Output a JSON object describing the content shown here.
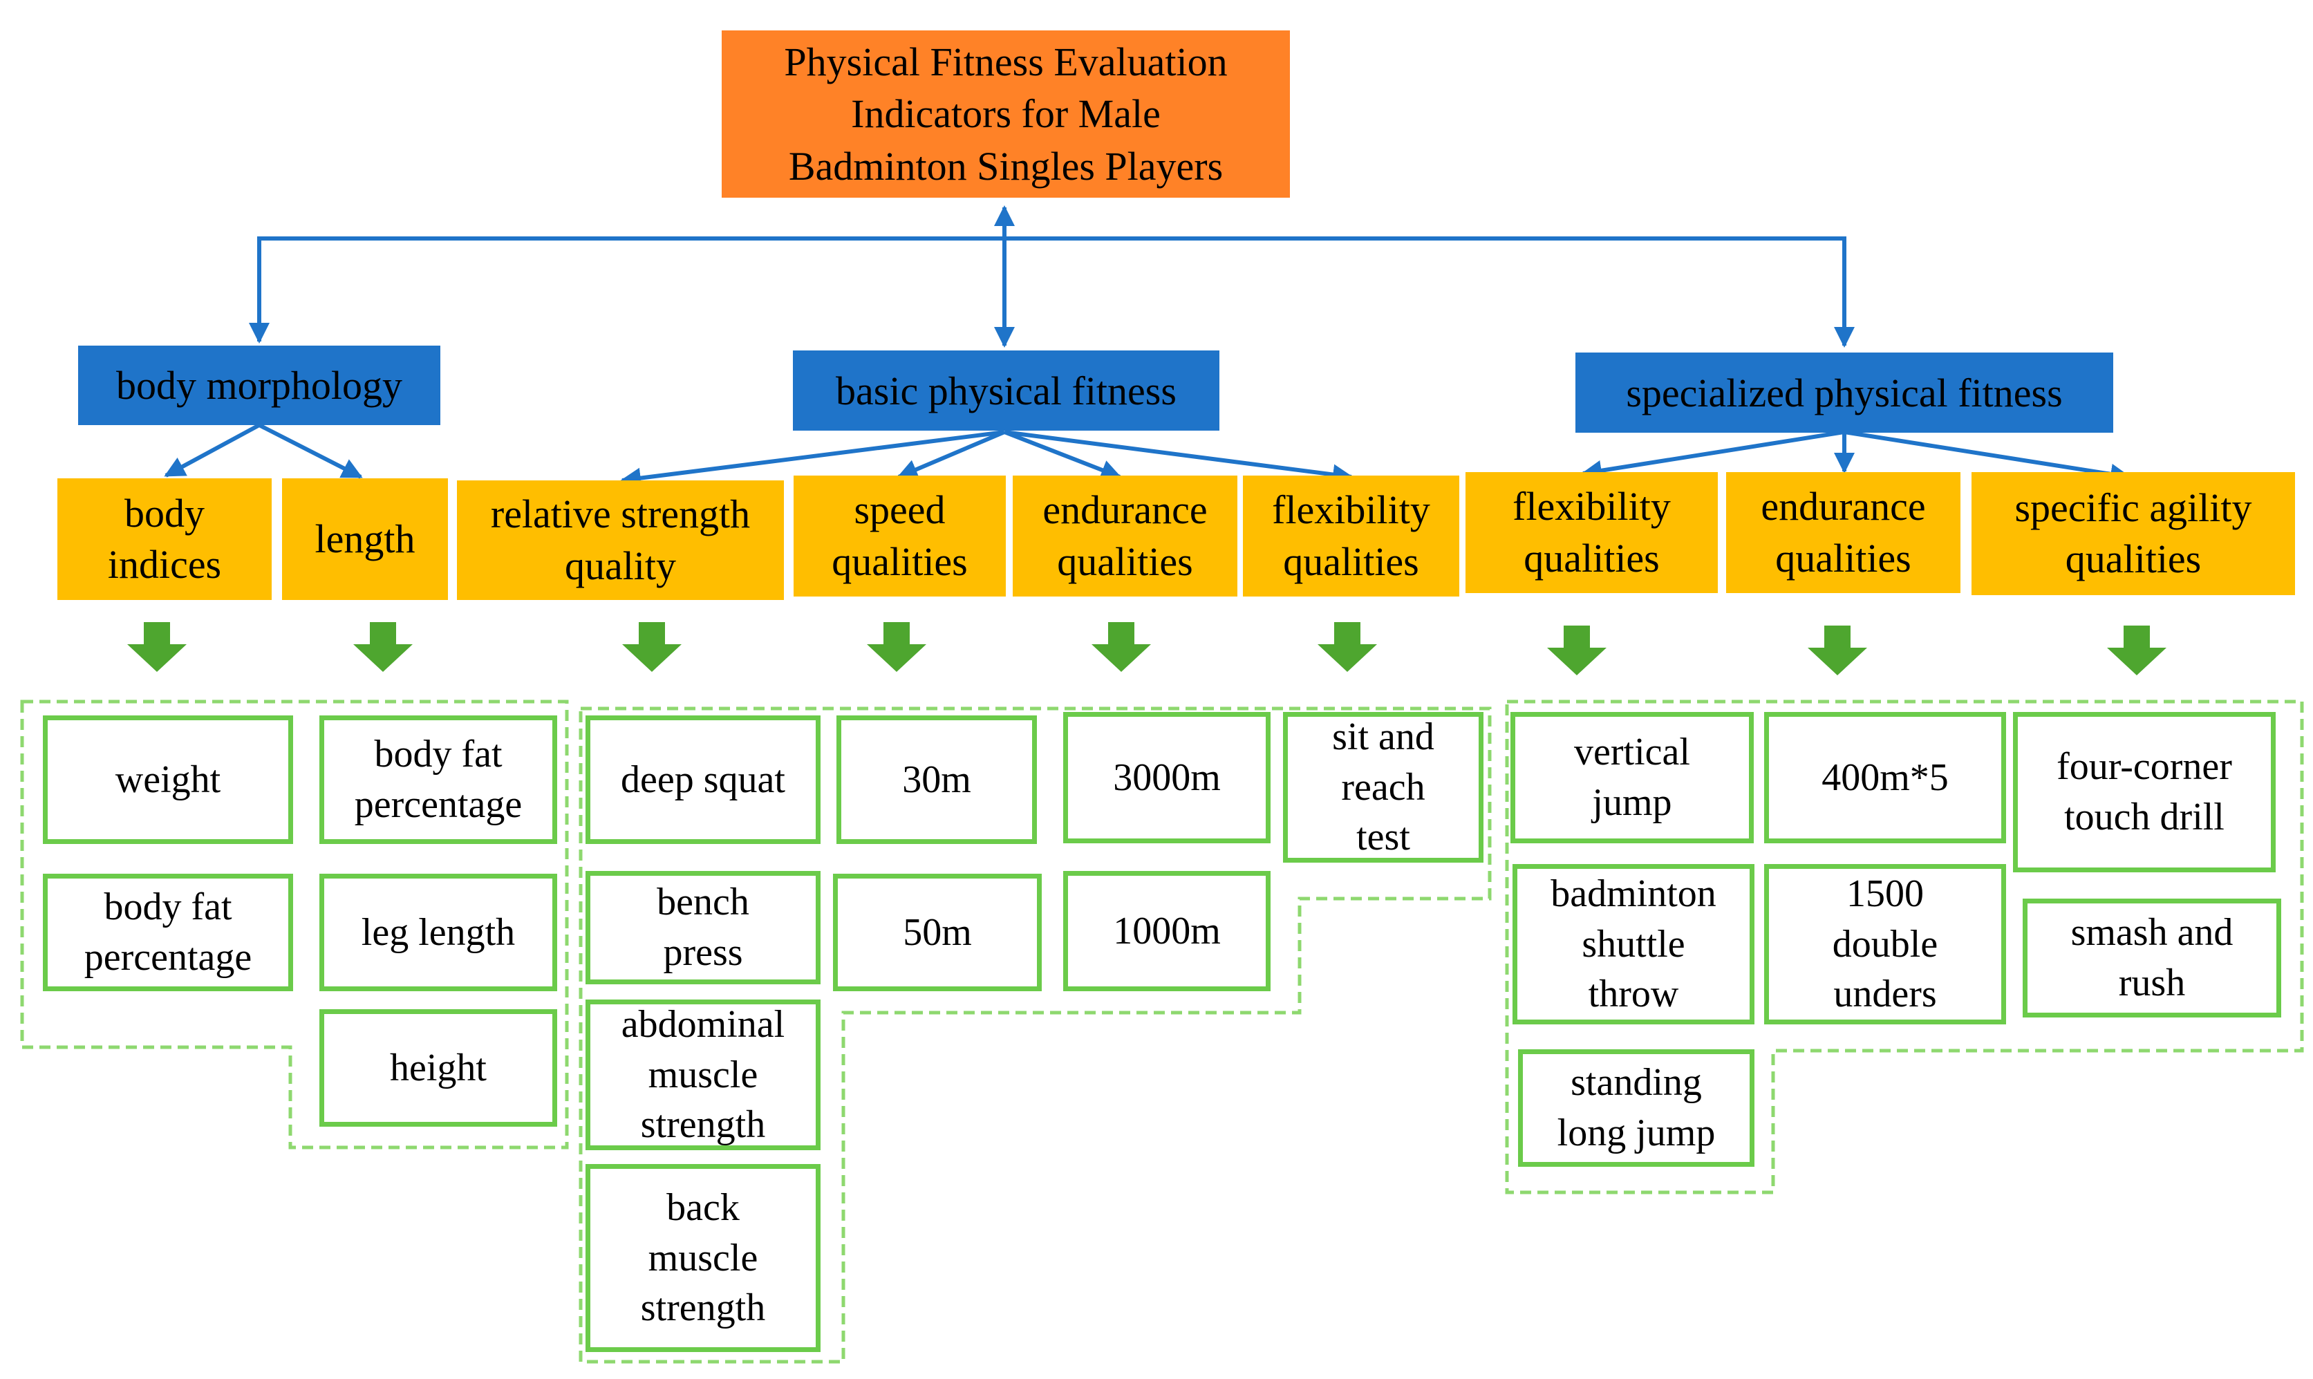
{
  "root": {
    "title": "Physical Fitness Evaluation\nIndicators for Male\nBadminton Singles Players"
  },
  "categories": [
    {
      "label": "body morphology"
    },
    {
      "label": "basic physical fitness"
    },
    {
      "label": "specialized physical fitness"
    }
  ],
  "subcategories": [
    {
      "label": "body\nindices"
    },
    {
      "label": "length"
    },
    {
      "label": "relative strength\nquality"
    },
    {
      "label": "speed\nqualities"
    },
    {
      "label": "endurance\nqualities"
    },
    {
      "label": "flexibility\nqualities"
    },
    {
      "label": "flexibility\nqualities"
    },
    {
      "label": "endurance\nqualities"
    },
    {
      "label": "specific agility\nqualities"
    }
  ],
  "indicators": {
    "body_indices": [
      "weight",
      "body fat\npercentage"
    ],
    "length": [
      "body fat\npercentage",
      "leg length",
      "height"
    ],
    "relative_strength": [
      "deep squat",
      "bench\npress",
      "abdominal\nmuscle\nstrength",
      "back\nmuscle\nstrength"
    ],
    "speed": [
      "30m",
      "50m"
    ],
    "endurance_basic": [
      "3000m",
      "1000m"
    ],
    "flexibility_basic": [
      "sit and\nreach\ntest"
    ],
    "flexibility_special": [
      "vertical\njump",
      "badminton\nshuttle\nthrow",
      "standing\nlong jump"
    ],
    "endurance_special": [
      "400m*5",
      "1500\ndouble\nunders"
    ],
    "agility": [
      "four-corner\ntouch drill",
      "smash and\nrush"
    ]
  },
  "colors": {
    "root": "#FF8227",
    "category": "#1F74C9",
    "subcategory": "#FFBE00",
    "indicator_border": "#6BCB4A",
    "down_arrow": "#4EA62F",
    "group_dash": "#8ED86F"
  }
}
